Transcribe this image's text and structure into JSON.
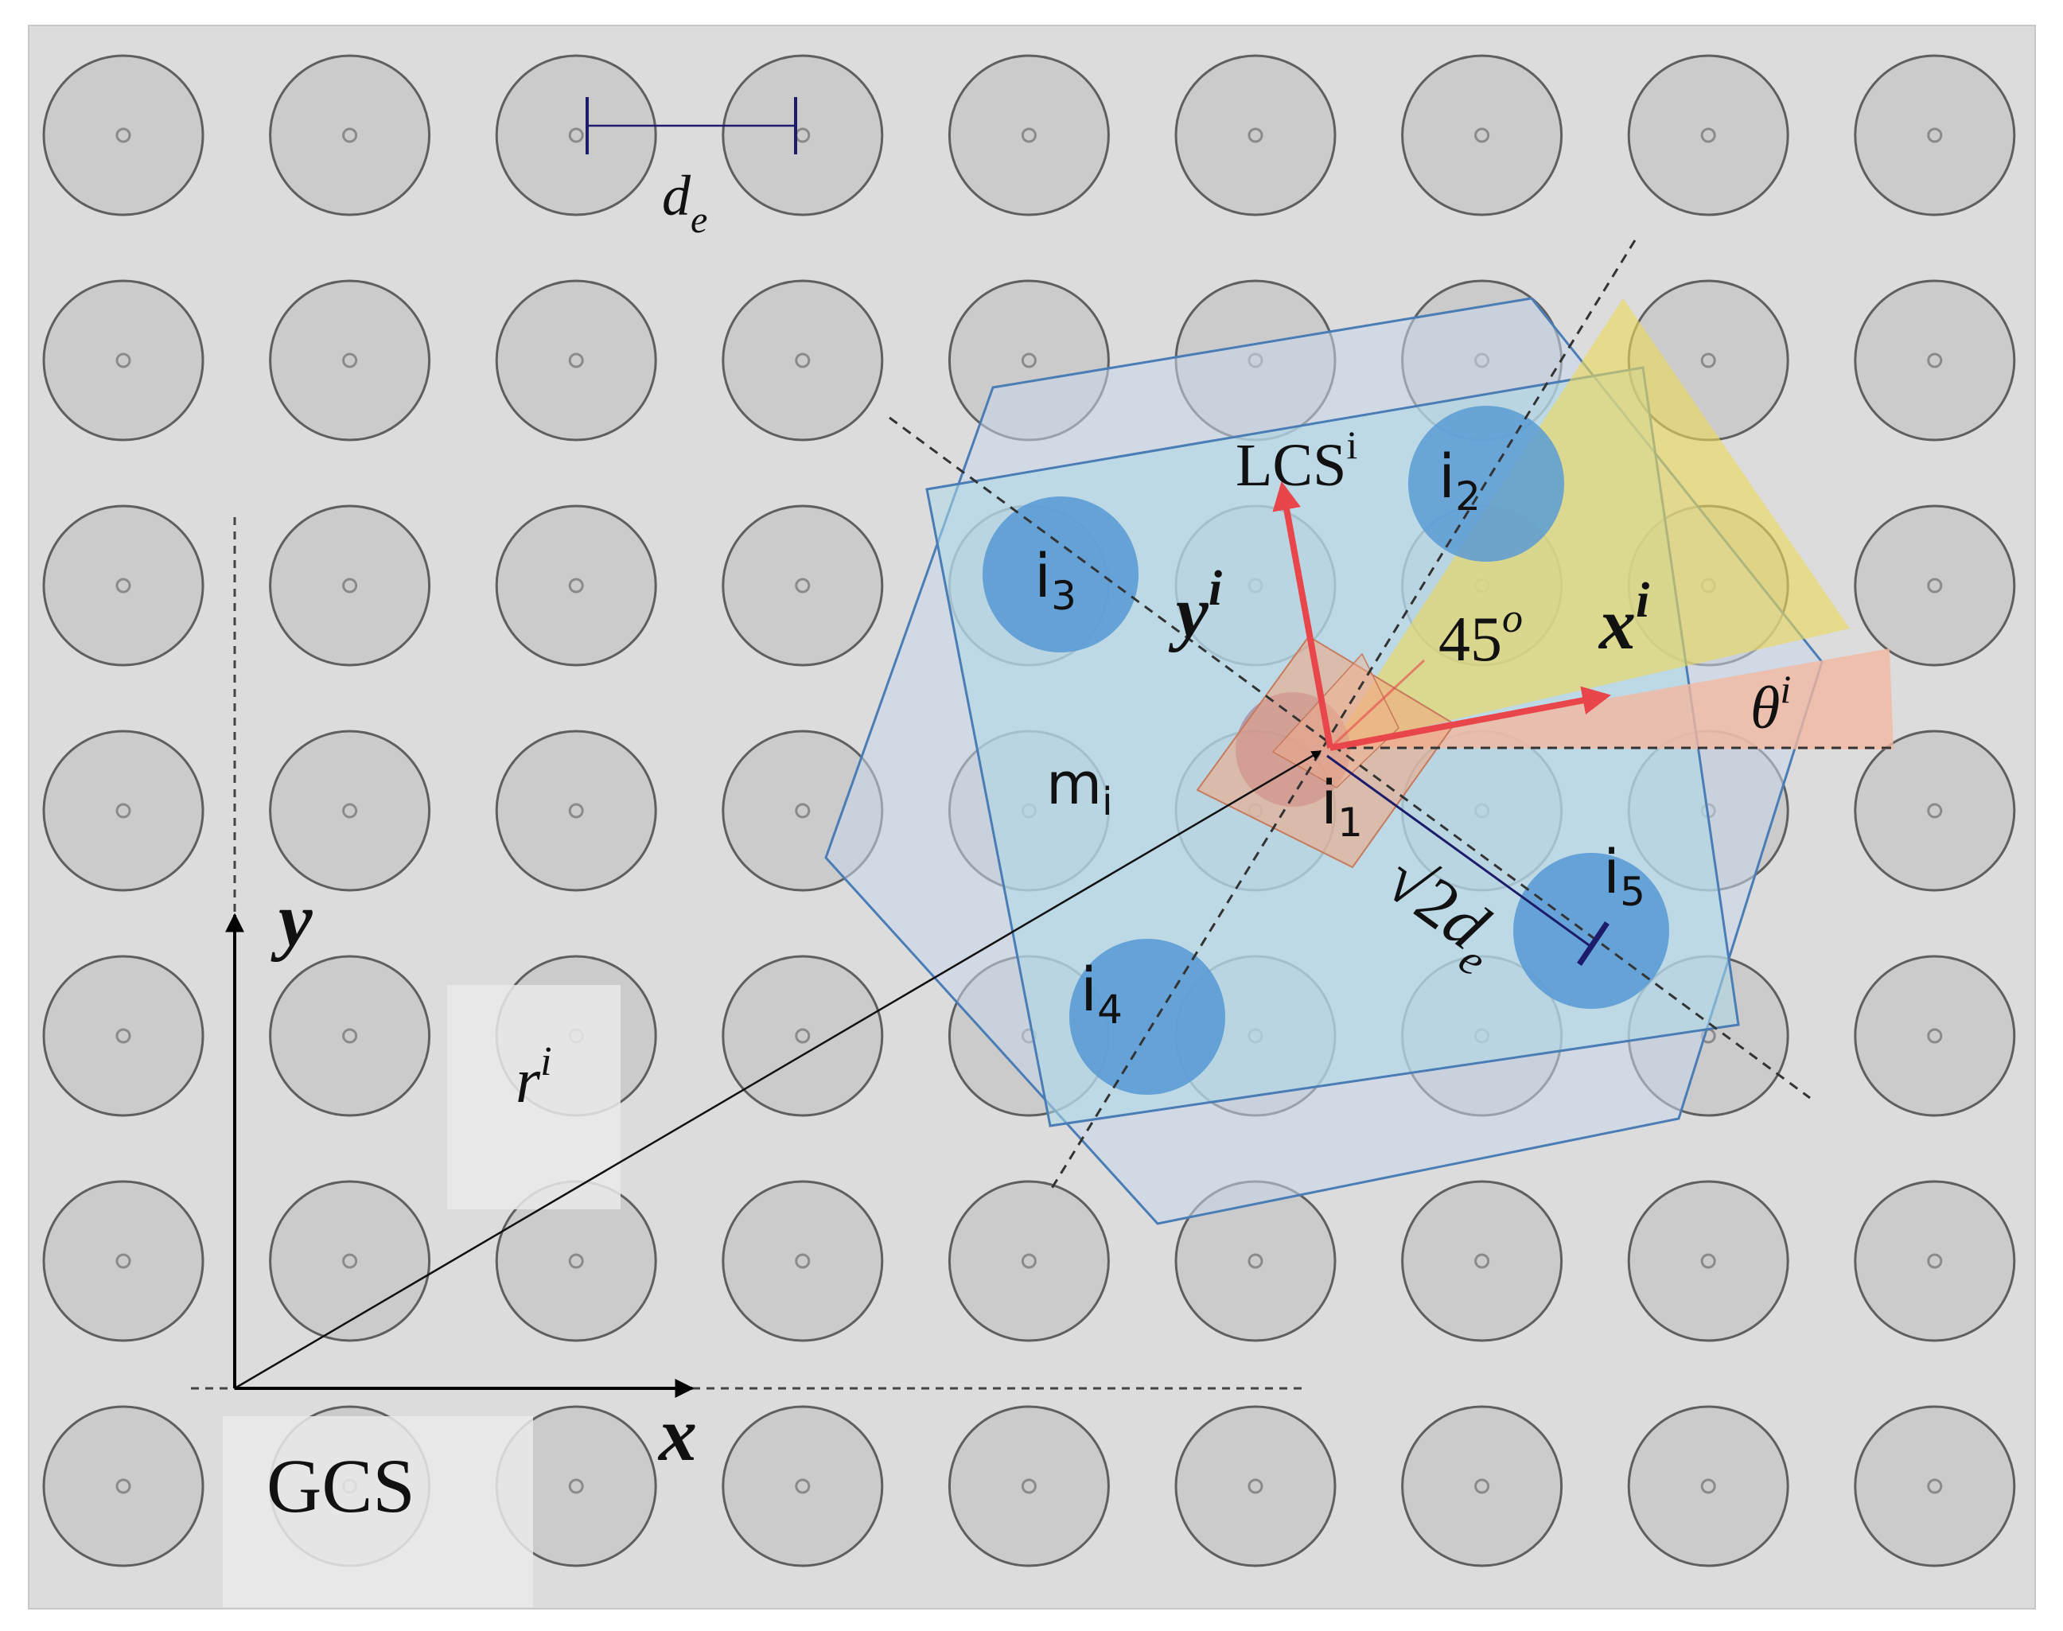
{
  "labels": {
    "de_main": "d",
    "de_sub": "e",
    "lcs_main": "LCS",
    "lcs_sup": "i",
    "i1_main": "i",
    "i1_sub": "1",
    "i2_main": "i",
    "i2_sub": "2",
    "i3_main": "i",
    "i3_sub": "3",
    "i4_main": "i",
    "i4_sub": "4",
    "i5_main": "i",
    "i5_sub": "5",
    "yi_main": "y",
    "yi_sup": "i",
    "xi_main": "x",
    "xi_sup": "i",
    "angle45_main": "45",
    "angle45_sup": "o",
    "theta_main": "θ",
    "theta_sup": "i",
    "mi_main": "m",
    "mi_sub": "i",
    "sqrt_symbol": "√",
    "sqrt2de_num": "2",
    "sqrt2de_d": "d",
    "sqrt2de_sub": "e",
    "y_axis": "y",
    "x_axis": "x",
    "ri_main": "r",
    "ri_sup": "i",
    "gcs": "GCS"
  },
  "colors": {
    "background": "#dcdcdc",
    "grid_particle_fill": "#cbcbcb",
    "grid_particle_stroke": "#5f5f5f",
    "domain_fill": "#add8e6",
    "domain_stroke": "#4a7db5",
    "particle_blue": "#5b9bd5",
    "yellow_sector": "#ecd95a",
    "pink_sector": "#f2b8a0",
    "red_arrow": "#e8464a",
    "dimension_line": "#1c1c6b",
    "text": "#111111"
  },
  "grid": {
    "columns": 9,
    "rows": 7
  }
}
